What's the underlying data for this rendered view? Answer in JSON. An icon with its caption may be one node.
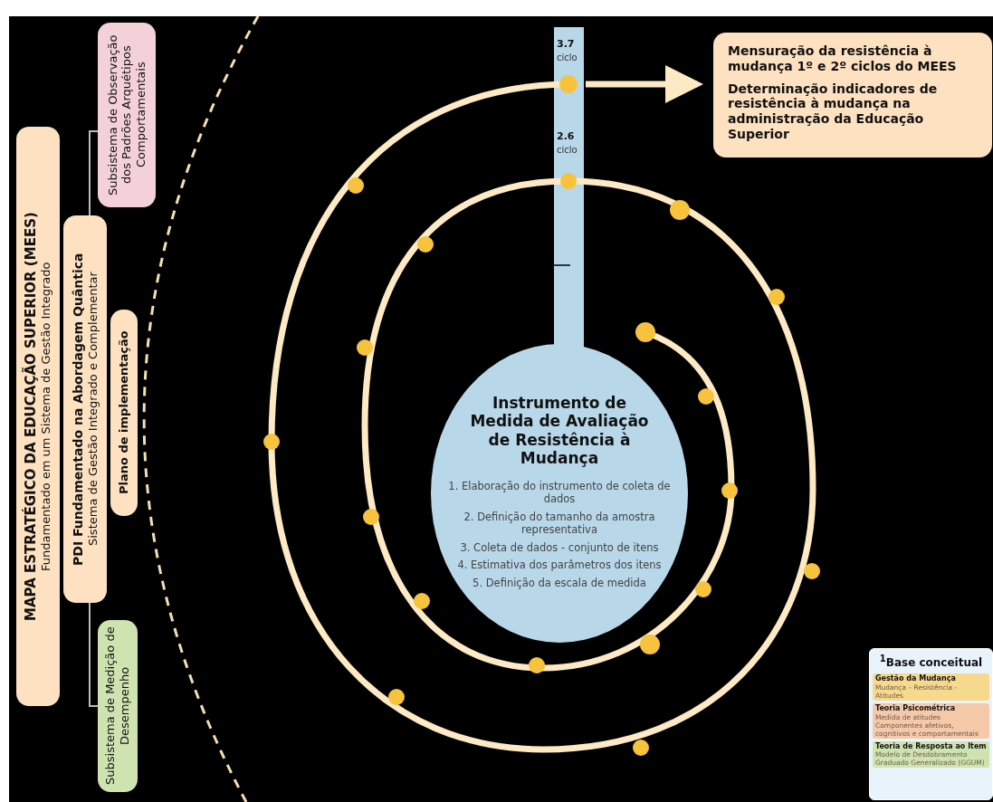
{
  "diagram": {
    "nodes": [
      {
        "text": [
          "MAPA ESTRATÉGICO DA EDUCAÇÃO SUPERIOR (MEES)",
          "Fundamentado em um Sistema de Gestão Integrado"
        ]
      },
      {
        "text": [
          "PDI Fundamentado na Abordagem Quântica",
          "Sistema de Gestão Integrado e Complementar"
        ]
      },
      {
        "text": [
          "Subsistema de Observação dos Padrões Arquétipos Comportamentais"
        ]
      },
      {
        "text": [
          "Plano de implementação"
        ]
      },
      {
        "text": [
          "Subsistema de Medição de Desempenho"
        ]
      },
      {
        "text": [
          "Instrumento de Medida de Avaliação de Resistência à Mudança",
          "1. Elaboração do instrumento de coleta de dados",
          "2. Definição do tamanho da amostra representativa",
          "3. Coleta de dados - conjunto de itens",
          "4. Estimativa dos parâmetros dos itens",
          "5. Definição da escala de medida"
        ]
      },
      {
        "text": [
          "Mensuração da resistência à mudança 1º e 2º ciclos do MEES",
          "Determinação indicadores de resistência à mudança na administração da Educação Superior"
        ]
      },
      {
        "text": [
          "$^{1}$Base conceitual"
        ]
      },
      {
        "text": [
          "Gestão da Mudança",
          "Mudança – Resistência - Atitudes"
        ],
        "in": 7
      },
      {
        "text": [
          "Teoria Psicométrica",
          "Medida de atitudes",
          "Componentes afetivos, cognitivos e comportamentais"
        ],
        "in": 7
      },
      {
        "text": [
          "Teoria de Resposta ao Item",
          "Modelo de Desdobramento Graduado Generalizado (GGUM)"
        ],
        "in": 7
      }
    ],
    "edges": [
      {
        "from": 1,
        "to": 2,
        "arrow": "none"
      },
      {
        "from": 1,
        "to": 4,
        "arrow": "none"
      },
      {
        "from": 5,
        "to": 6,
        "arrow": "to",
        "style": "thick"
      }
    ],
    "labels": [
      "3.7",
      "ciclo",
      "2.6",
      "ciclo"
    ]
  }
}
